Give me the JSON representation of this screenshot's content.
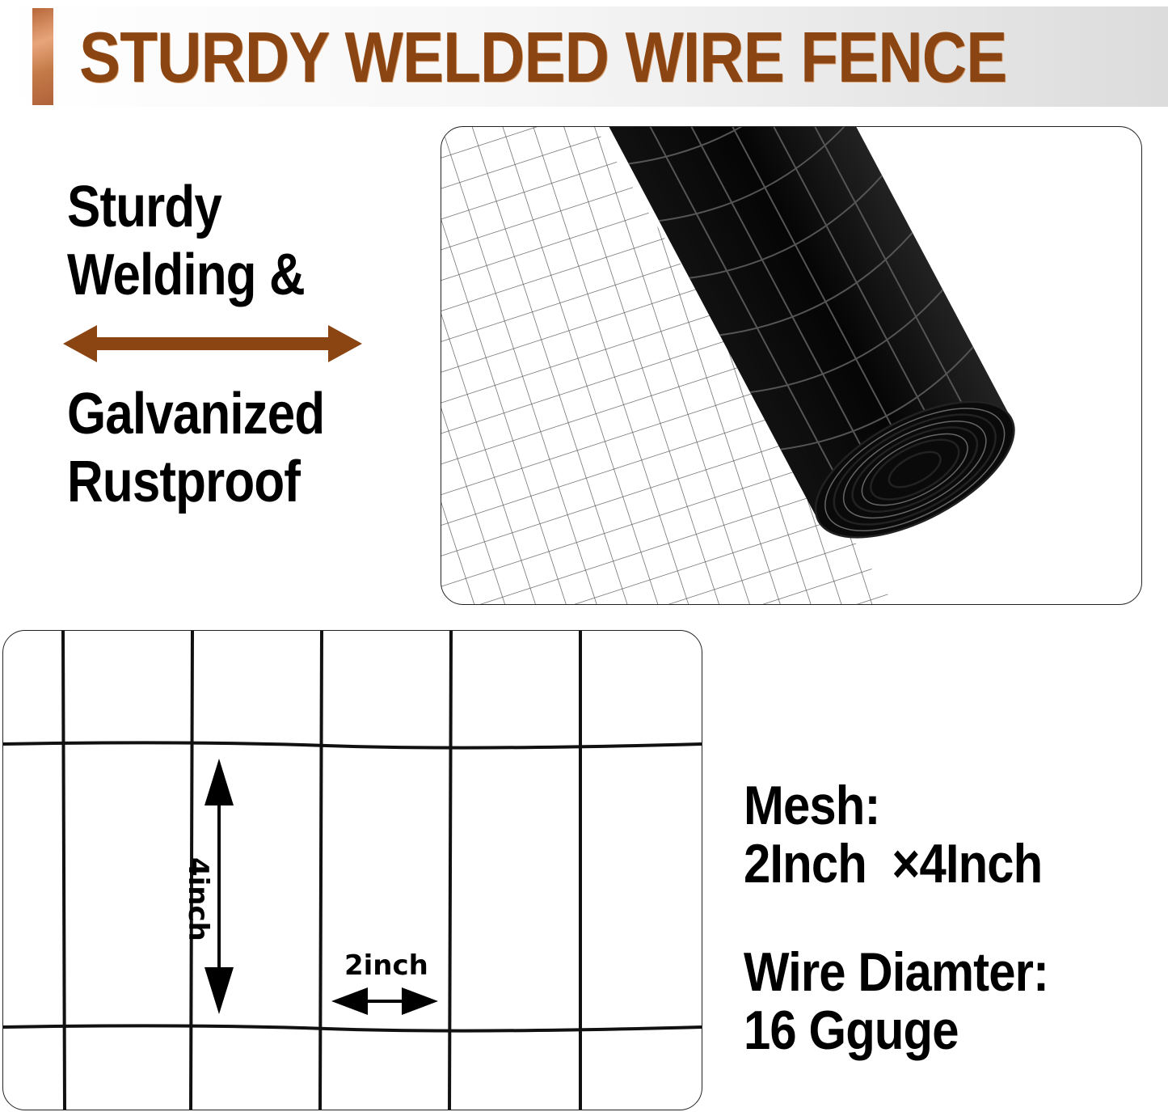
{
  "header": {
    "title": "STURDY WELDED WIRE FENCE",
    "title_color": "#8b4513",
    "accent_bar_color": "#c47a48"
  },
  "features": {
    "line1": "Sturdy",
    "line2": "Welding &",
    "divider_icon": "double-arrow-horizontal-icon",
    "divider_color": "#8b4513",
    "line3": "Galvanized",
    "line4": "Rustproof"
  },
  "images": {
    "roll": {
      "alt": "Black welded wire fence roll"
    },
    "grid": {
      "alt": "Close-up of welded wire mesh grid"
    }
  },
  "dimensions": {
    "vertical_label": "4inch",
    "horizontal_label": "2inch"
  },
  "specs": {
    "mesh_label": "Mesh:",
    "mesh_value": "2Inch  ×4Inch",
    "wire_label": "Wire Diamter:",
    "wire_value": "16 Gguge"
  }
}
